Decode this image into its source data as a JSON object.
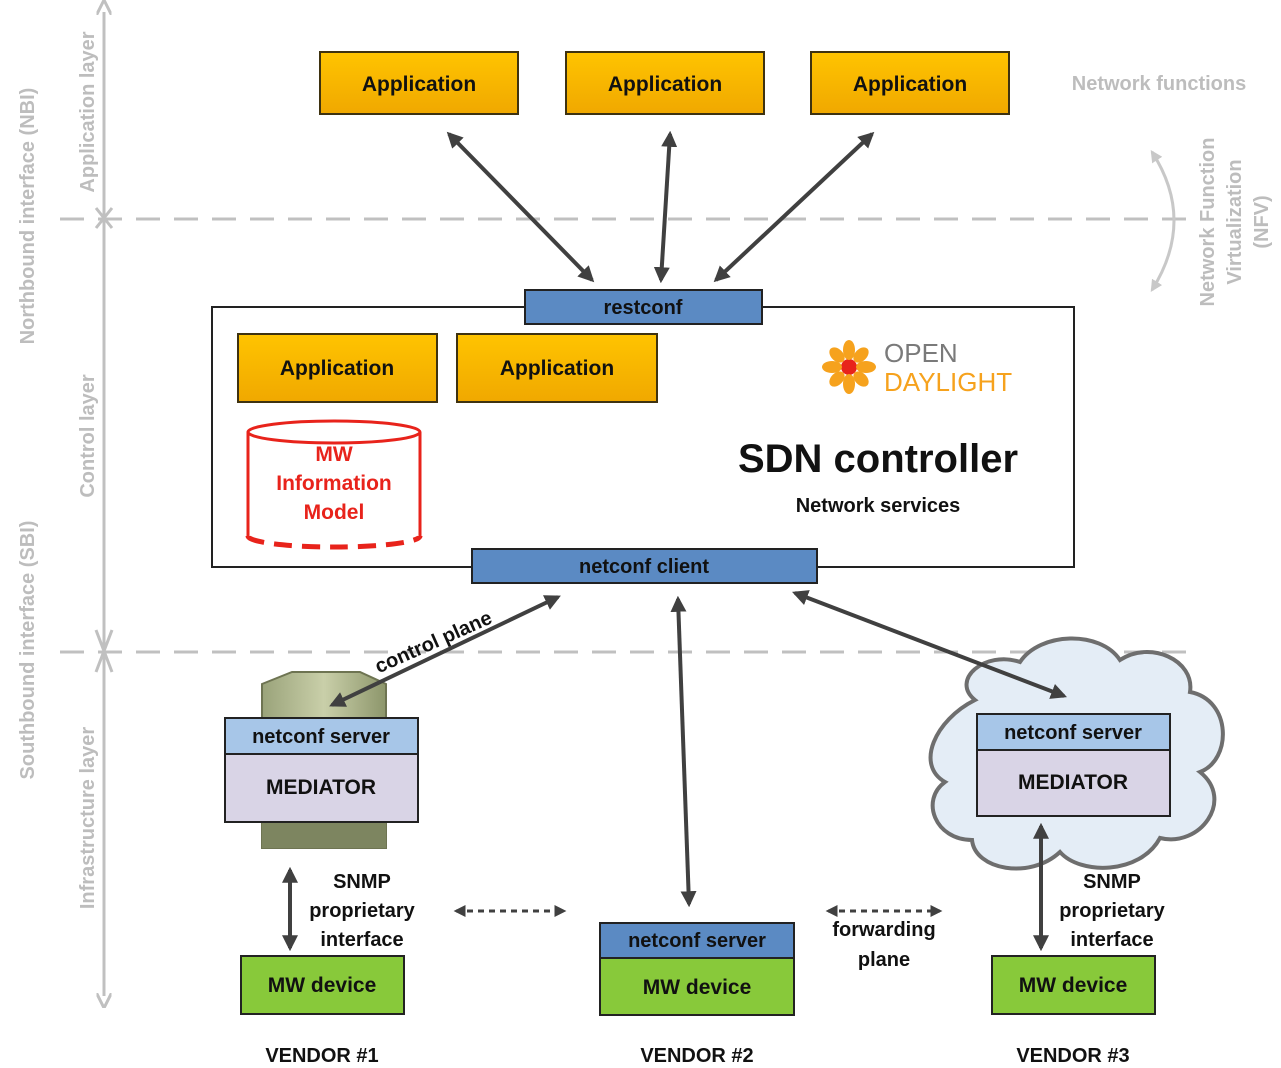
{
  "left_axis": {
    "nbi": "Northbound interface (NBI)",
    "sbi": "Southbound interface (SBI)",
    "application_layer": "Application layer",
    "control_layer": "Control layer",
    "infrastructure_layer": "Infrastructure layer"
  },
  "top_applications": [
    "Application",
    "Application",
    "Application"
  ],
  "network_functions": "Network functions",
  "nfv": {
    "line1": "Network Function",
    "line2": "Virtualization",
    "line3": "(NFV)"
  },
  "controller": {
    "restconf": "restconf",
    "applications": [
      "Application",
      "Application"
    ],
    "information_model": [
      "MW",
      "Information",
      "Model"
    ],
    "logo_open": "OPEN",
    "logo_daylight": "DAYLIGHT",
    "title": "SDN controller",
    "subtitle": "Network services",
    "netconf_client": "netconf client"
  },
  "control_plane": "control plane",
  "vendor1": {
    "netconf_server": "netconf server",
    "mediator": "MEDIATOR",
    "interface": [
      "SNMP",
      "proprietary",
      "interface"
    ],
    "device": "MW device",
    "label": "VENDOR #1"
  },
  "vendor2": {
    "netconf_server": "netconf server",
    "device": "MW device",
    "label": "VENDOR #2"
  },
  "forwarding_plane": [
    "forwarding",
    "plane"
  ],
  "vendor3": {
    "netconf_server": "netconf server",
    "mediator": "MEDIATOR",
    "interface": [
      "SNMP",
      "proprietary",
      "interface"
    ],
    "device": "MW device",
    "label": "VENDOR #3"
  },
  "colors": {
    "app_fill": "#f5b800",
    "app_border": "#4a3b10",
    "blue_box": "#5b8ac3",
    "green_box": "#88c93a",
    "mediator_fill": "#d9d4e6",
    "info_model_red": "#e8231b",
    "layer_gray": "#bdbdbd",
    "arrow_dark": "#404040"
  }
}
